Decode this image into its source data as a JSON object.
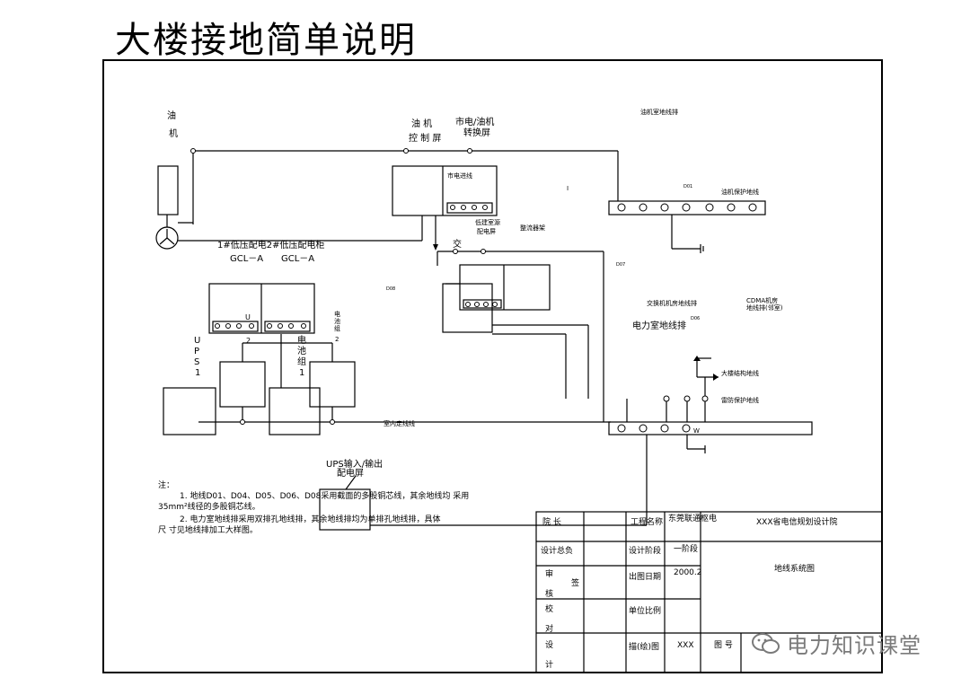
{
  "title": "大楼接地简单说明",
  "labels": {
    "oil_machine": [
      "油",
      "机"
    ],
    "oil_ctrl_screen": [
      "油  机",
      "控 制 屏"
    ],
    "mains_transfer": [
      "市电/油机",
      "转换屏"
    ],
    "oil_room_bus": "油机室地线排",
    "mains_inlet": "市电进线",
    "oil_protect_bus": "油机保护地线",
    "low_volt_cabinets": "1#低压配电2#低压配电柜",
    "gcl_a_1": "GCL－A",
    "gcl_a_2": "GCL－A",
    "building_power": [
      "低建室源",
      "配电屏"
    ],
    "rectifier_rack": "整流器架",
    "ac": "交",
    "small_d01": "D01",
    "small_d07": "D07",
    "small_d06": "D06",
    "small_d08": "D08",
    "switch_room_bus": "交换机机房地线排",
    "cdma_room": [
      "CDMA机房",
      "地线排(邻室)"
    ],
    "power_room_bus": "电力室地线排",
    "ups1": [
      "U",
      "P",
      "S",
      "1"
    ],
    "battery1": [
      "电",
      "池",
      "组",
      "1"
    ],
    "u2": [
      "U",
      "2"
    ],
    "battery2": [
      "电",
      "池",
      "组",
      "2"
    ],
    "building_struct": "大楼结构地线",
    "lightning_protect": "雷防保护地线",
    "cable_route": "室内走线线",
    "ups_io": [
      "UPS输入/输出",
      "配电屏"
    ],
    "mark_i": "I",
    "mark_w": "W"
  },
  "notes": {
    "head": "注：",
    "line1": "1. 地线D01、D04、D05、D06、D08采用截面的多股铜芯线，其余地线均 采用",
    "line2": "35mm²线径的多股铜芯线。",
    "line3": "2. 电力室地线排采用双排孔地线排，其余地线排均为单排孔地线排，具体",
    "line4": "尺 寸见地线排加工大样图。"
  },
  "title_block": {
    "dean": "院  长",
    "proj_name_label": "工程名称",
    "proj_name_value": "东莞联通枢电",
    "institute": "XXX省电信规划设计院",
    "design_chief": "设计总负",
    "design_stage_label": "设计阶段",
    "design_stage_value": "一阶段",
    "review": [
      "审",
      "核"
    ],
    "approve": "签",
    "issue_date_label": "出图日期",
    "issue_date_value": "2000.2",
    "drawing_name": "地线系统图",
    "check": [
      "校",
      "对"
    ],
    "unit_scale_label": "单位比例",
    "design": [
      "设",
      "计"
    ],
    "drawn_label": "描(绘)图",
    "drawn_value": "XXX",
    "drawing_no_label": "图 号"
  },
  "watermark": "电力知识课堂"
}
